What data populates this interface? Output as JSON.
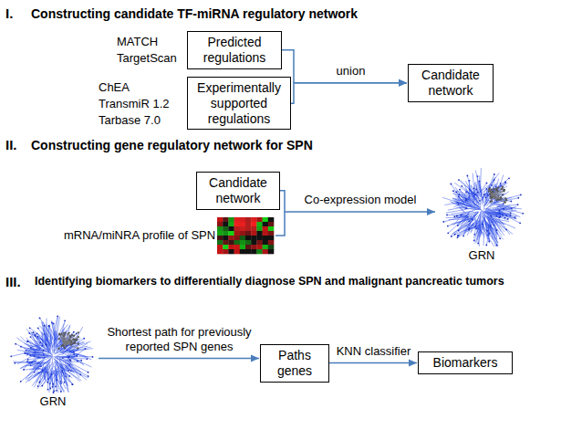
{
  "diagram": {
    "nodes": [
      {
        "text": [
          "Predicted regulations"
        ]
      },
      {
        "text": [
          "Experimentally supported regulations"
        ]
      },
      {
        "text": [
          "Candidate network"
        ]
      },
      {
        "text": [
          "Candidate network"
        ]
      },
      {
        "text": [
          "GRN"
        ]
      },
      {
        "text": [
          "GRN"
        ]
      },
      {
        "text": [
          "Paths genes"
        ]
      },
      {
        "text": [
          "Biomarkers"
        ]
      }
    ],
    "edges": [
      {
        "from": 0,
        "to": 2,
        "label": "union",
        "arrow": "to"
      },
      {
        "from": 1,
        "to": 2,
        "arrow": "to"
      },
      {
        "from": 3,
        "to": 4,
        "label": "Co-expression model",
        "arrow": "to"
      },
      {
        "from": 5,
        "to": 6,
        "label": "Shortest path for previously reported SPN genes",
        "arrow": "to"
      },
      {
        "from": 6,
        "to": 7,
        "label": "KNN classifier",
        "arrow": "to"
      }
    ],
    "labels": [
      "I.",
      "Constructing candidate TF-miRNA regulatory network",
      "MATCH",
      "TargetScan",
      "ChEA",
      "TransmiR 1.2",
      "Tarbase 7.0",
      "II.",
      "Constructing gene regulatory network for SPN",
      "mRNA/miNRA profile of SPN",
      "III.",
      "Identifying biomarkers to differentially diagnose SPN and malignant pancreatic tumors"
    ]
  }
}
